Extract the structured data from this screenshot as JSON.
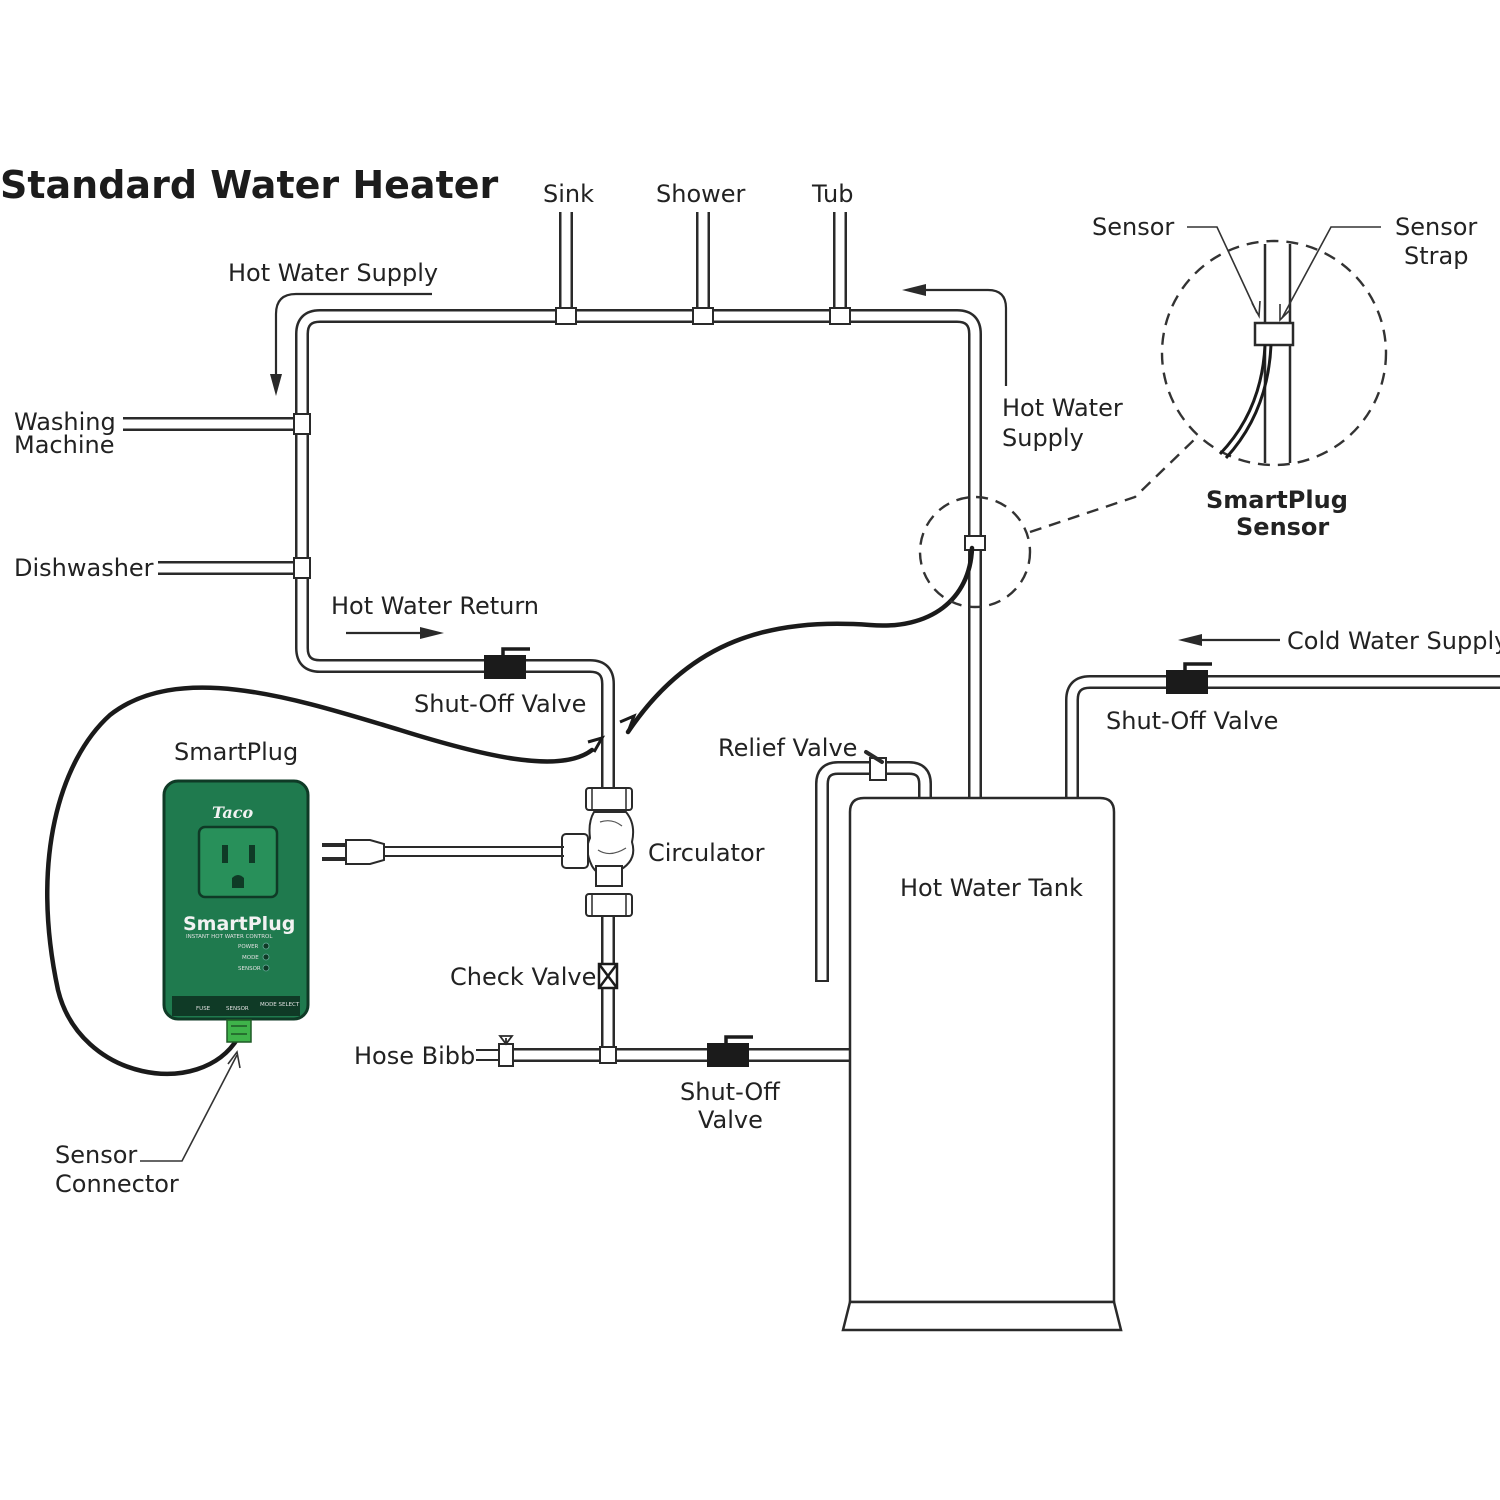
{
  "title": "Standard Water Heater",
  "fixtures": {
    "sink": "Sink",
    "shower": "Shower",
    "tub": "Tub",
    "washing_machine_line1": "Washing",
    "washing_machine_line2": "Machine",
    "dishwasher": "Dishwasher"
  },
  "labels": {
    "hot_water_supply_top": "Hot Water Supply",
    "hot_water_supply_right_line1": "Hot Water",
    "hot_water_supply_right_line2": "Supply",
    "hot_water_return": "Hot Water Return",
    "shut_off_valve_return": "Shut-Off Valve",
    "shut_off_valve_cold": "Shut-Off Valve",
    "shut_off_valve_bottom_line1": "Shut-Off",
    "shut_off_valve_bottom_line2": "Valve",
    "cold_water_supply": "Cold Water Supply",
    "relief_valve": "Relief Valve",
    "hot_water_tank": "Hot Water Tank",
    "circulator": "Circulator",
    "check_valve": "Check Valve",
    "hose_bibb": "Hose Bibb",
    "smartplug": "SmartPlug",
    "sensor_connector_line1": "Sensor",
    "sensor_connector_line2": "Connector"
  },
  "sensor_detail": {
    "sensor": "Sensor",
    "sensor_strap_line1": "Sensor",
    "sensor_strap_line2": "Strap",
    "caption_line1": "SmartPlug",
    "caption_line2": "Sensor"
  },
  "device": {
    "brand": "Taco",
    "name": "SmartPlug",
    "subtitle": "INSTANT HOT WATER CONTROL",
    "indicators": [
      "POWER",
      "MODE",
      "SENSOR"
    ],
    "ports": [
      "FUSE",
      "SENSOR",
      "MODE SELECT"
    ],
    "body_color": "#1f7a4e",
    "dark_color": "#0f3a26",
    "connector_color": "#3fb34a"
  },
  "colors": {
    "line": "#2a2a2a",
    "background": "#ffffff"
  }
}
